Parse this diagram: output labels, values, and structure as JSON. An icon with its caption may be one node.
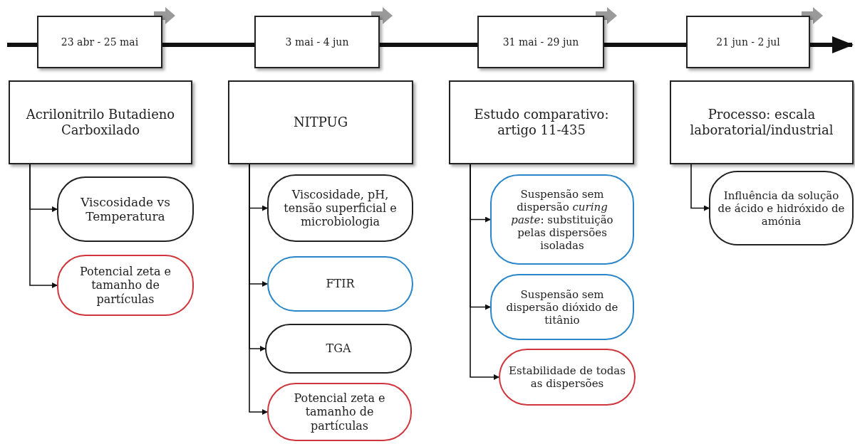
{
  "diagram": {
    "nodes": [
      {
        "text": [
          "23 abr - 25 mai"
        ]
      },
      {
        "text": [
          "3 mai - 4 jun"
        ]
      },
      {
        "text": [
          "31 mai - 29 jun"
        ]
      },
      {
        "text": [
          "21 jun - 2 jul"
        ]
      },
      {
        "text": [
          "Acrilonitrilo Butadieno Carboxilado"
        ]
      },
      {
        "text": [
          "Viscosidade vs Temperatura"
        ]
      },
      {
        "text": [
          "Potencial zeta e tamanho de partículas"
        ]
      },
      {
        "text": [
          "NITPUG"
        ]
      },
      {
        "text": [
          "Viscosidade, pH, tensão superficial e microbiologia"
        ]
      },
      {
        "text": [
          "FTIR"
        ]
      },
      {
        "text": [
          "TGA"
        ]
      },
      {
        "text": [
          "Potencial zeta e tamanho de partículas"
        ]
      },
      {
        "text": [
          "Estudo comparativo: artigo 11-435"
        ]
      },
      {
        "text": [
          "Suspensão sem dispersão *curing paste*: substituição pelas dispersões isoladas"
        ]
      },
      {
        "text": [
          "Suspensão sem dispersão dióxido de titânio"
        ]
      },
      {
        "text": [
          "Estabilidade de todas as dispersões"
        ]
      },
      {
        "text": [
          "Processo: escala laboratorial/industrial"
        ]
      },
      {
        "text": [
          "Influência da solução de ácido e hidróxido de amónia"
        ]
      }
    ],
    "edges": [
      {
        "from": null,
        "to": 0,
        "arrow": "none",
        "style": "thick"
      },
      {
        "from": 0,
        "to": 1,
        "arrow": "none",
        "style": "thick"
      },
      {
        "from": 1,
        "to": 2,
        "arrow": "none",
        "style": "thick"
      },
      {
        "from": 2,
        "to": 3,
        "arrow": "none",
        "style": "thick"
      },
      {
        "from": 3,
        "to": null,
        "arrow": "to",
        "style": "thick"
      },
      {
        "from": 4,
        "to": 5,
        "arrow": "to"
      },
      {
        "from": 4,
        "to": 6,
        "arrow": "to"
      },
      {
        "from": 7,
        "to": 8,
        "arrow": "to"
      },
      {
        "from": 7,
        "to": 9,
        "arrow": "to"
      },
      {
        "from": 7,
        "to": 10,
        "arrow": "to"
      },
      {
        "from": 7,
        "to": 11,
        "arrow": "to"
      },
      {
        "from": 12,
        "to": 13,
        "arrow": "to"
      },
      {
        "from": 12,
        "to": 14,
        "arrow": "to"
      },
      {
        "from": 12,
        "to": 15,
        "arrow": "to"
      },
      {
        "from": 16,
        "to": 17,
        "arrow": "to"
      }
    ]
  }
}
